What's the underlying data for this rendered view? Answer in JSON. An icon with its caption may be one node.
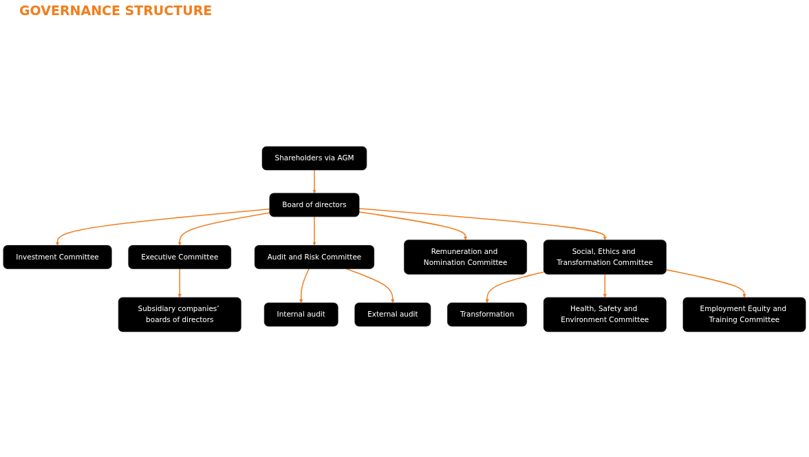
{
  "diagram": {
    "title": "GOVERNANCE STRUCTURE",
    "nodes": [
      {
        "text": [
          "Shareholders via AGM"
        ]
      },
      {
        "text": [
          "Board of directors"
        ]
      },
      {
        "text": [
          "Investment Committee"
        ]
      },
      {
        "text": [
          "Executive Committee"
        ]
      },
      {
        "text": [
          "Audit and Risk Committee"
        ]
      },
      {
        "text": [
          "Remuneration and Nomination Committee"
        ]
      },
      {
        "text": [
          "Social, Ethics and Transformation Committee"
        ]
      },
      {
        "text": [
          "Subsidiary companies’ boards of directors"
        ]
      },
      {
        "text": [
          "Internal audit"
        ]
      },
      {
        "text": [
          "External audit"
        ]
      },
      {
        "text": [
          "Transformation"
        ]
      },
      {
        "text": [
          "Health, Safety and Environment Committee"
        ]
      },
      {
        "text": [
          "Employment Equity and Training Committee"
        ]
      }
    ],
    "edges": [
      {
        "from": 0,
        "to": 1,
        "arrow": "to"
      },
      {
        "from": 1,
        "to": 2,
        "arrow": "to"
      },
      {
        "from": 1,
        "to": 3,
        "arrow": "to"
      },
      {
        "from": 1,
        "to": 4,
        "arrow": "to"
      },
      {
        "from": 1,
        "to": 5,
        "arrow": "to"
      },
      {
        "from": 1,
        "to": 6,
        "arrow": "to"
      },
      {
        "from": 3,
        "to": 7,
        "arrow": "to"
      },
      {
        "from": 4,
        "to": 8,
        "arrow": "to"
      },
      {
        "from": 4,
        "to": 9,
        "arrow": "to"
      },
      {
        "from": 6,
        "to": 10,
        "arrow": "to"
      },
      {
        "from": 6,
        "to": 11,
        "arrow": "to"
      },
      {
        "from": 6,
        "to": 12,
        "arrow": "to"
      }
    ]
  }
}
